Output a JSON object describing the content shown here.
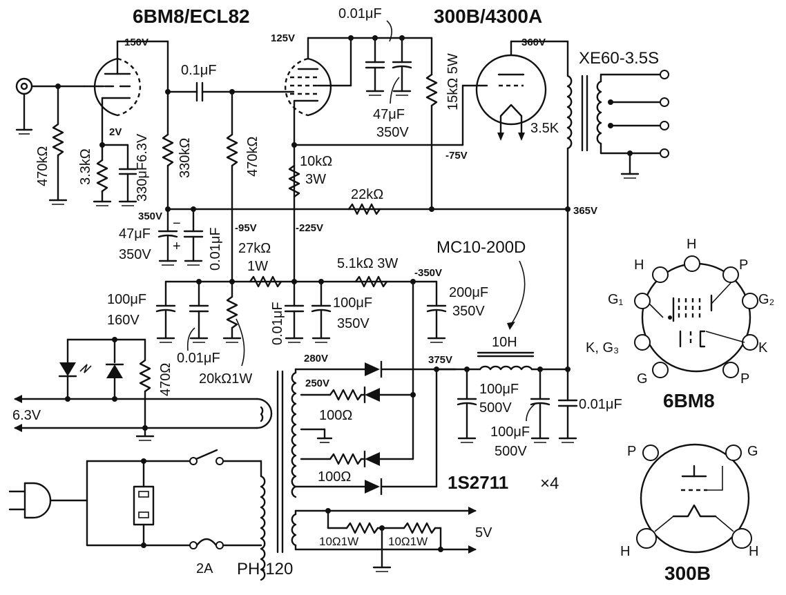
{
  "tubes": {
    "driver": "6BM8/ECL82",
    "output": "300B/4300A",
    "transformer": "XE60-3.5S",
    "choke": "MC10-200D",
    "power_transformer": "PH-120",
    "diodes": "1S2711",
    "diodes_count": "×4"
  },
  "components": {
    "c_input_coupling": "0.1μF",
    "c_top": "0.01μF",
    "r_in": "470kΩ",
    "r_cath": "3.3kΩ",
    "c_cath": "330μF6.3V",
    "r_plate": "330kΩ",
    "r_grid": "470kΩ",
    "c_47": "47μF",
    "c_47v": "350V",
    "r_15k": "15kΩ 5W",
    "r_10k": "10kΩ",
    "r_10k_w": "3W",
    "r_22k": "22kΩ",
    "primary_imp": "3.5K",
    "c_dec_47": "47μF",
    "c_dec_47v": "350V",
    "c_dec_001": "0.01μF",
    "r_27k": "27kΩ",
    "r_27k_w": "1W",
    "r_51k": "5.1kΩ 3W",
    "c_100_160": "100μF",
    "c_100_160v": "160V",
    "c_001a": "0.01μF",
    "c_001b": "0.01μF",
    "c_100_350": "100μF",
    "c_100_350v": "350V",
    "c_200": "200μF",
    "c_200v": "350V",
    "pot_20k": "20kΩ1W",
    "r_470": "470Ω",
    "heater": "6.3V",
    "choke_h": "10H",
    "c_100_500a": "100μF",
    "c_100_500av": "500V",
    "c_100_500b": "100μF",
    "c_100_500bv": "500V",
    "c_001c": "0.01μF",
    "r_100a": "100Ω",
    "r_100b": "100Ω",
    "r_10a": "10Ω1W",
    "r_10b": "10Ω1W",
    "fuse": "2A",
    "out_5v": "5V"
  },
  "voltages": {
    "v150": "150V",
    "v2": "2V",
    "v125": "125V",
    "v360": "360V",
    "vm75": "-75V",
    "v350": "350V",
    "v365": "365V",
    "vm95": "-95V",
    "vm225": "-225V",
    "vm350": "-350V",
    "v280": "280V",
    "v250": "250V",
    "v375": "375V"
  },
  "pinouts": {
    "bm8_title": "6BM8",
    "bm8_pins": [
      "H",
      "H",
      "P",
      "G₁",
      "G₂",
      "K, G₃",
      "K",
      "G",
      "P"
    ],
    "b300_title": "300B",
    "b300_pins": [
      "P",
      "G",
      "H",
      "H"
    ]
  },
  "polarity": {
    "minus": "−",
    "plus": "+"
  }
}
